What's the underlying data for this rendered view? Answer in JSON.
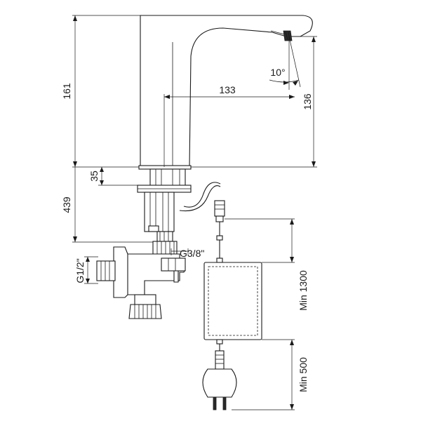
{
  "dimensions": {
    "spout_reach": "133",
    "spout_height": "136",
    "total_height": "161",
    "spout_angle": "10°",
    "base_thickness": "35",
    "shank_length": "439",
    "outlet_thread": "G3/8\"",
    "inlet_thread": "G1/2\"",
    "cable_to_box": "Min 1300",
    "box_to_plug": "Min 500"
  },
  "colors": {
    "line": "#1a1a1a",
    "background": "#ffffff"
  }
}
